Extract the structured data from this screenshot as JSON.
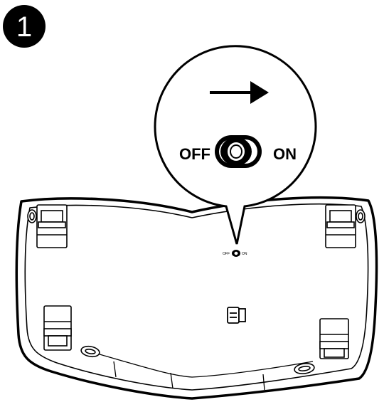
{
  "step": {
    "number": "1"
  },
  "callout": {
    "off_label": "OFF",
    "on_label": "ON",
    "arrow_direction": "right"
  },
  "device": {
    "switch_off_label": "OFF",
    "switch_on_label": "ON"
  },
  "colors": {
    "ink": "#000000",
    "paper": "#ffffff"
  }
}
